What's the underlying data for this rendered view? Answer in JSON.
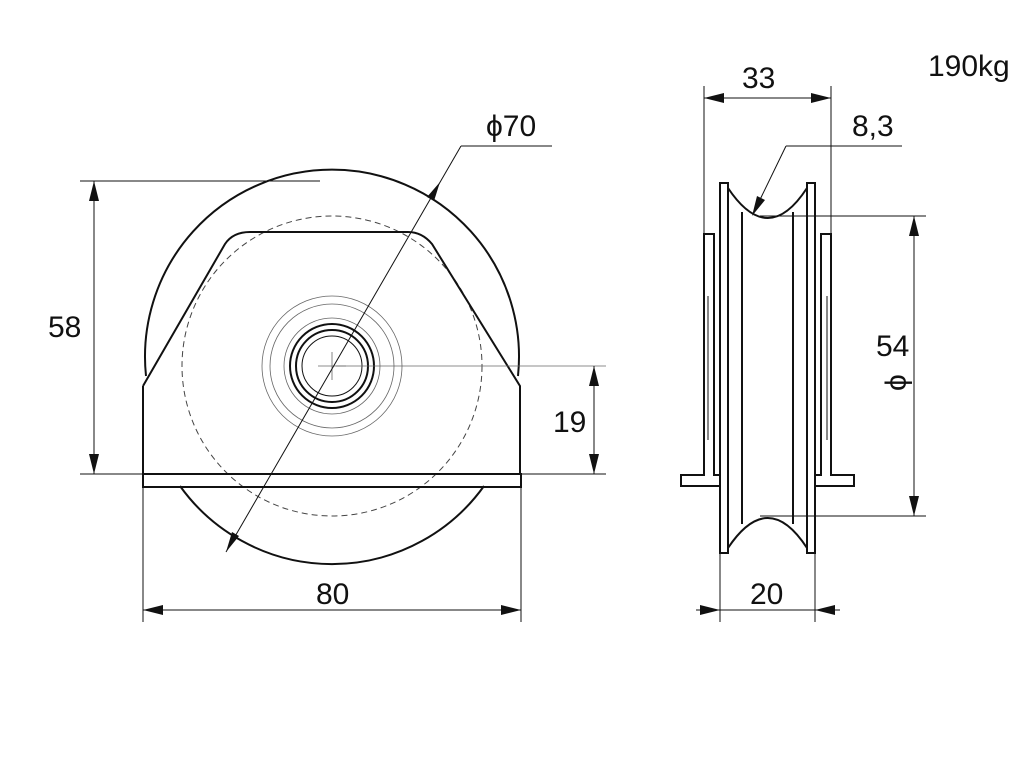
{
  "weight_label": "190kg",
  "front_view": {
    "diameter_label": "ϕ70",
    "height_label": "58",
    "axle_height_label": "19",
    "width_label": "80"
  },
  "side_view": {
    "overall_width_label": "33",
    "groove_radius_label": "8,3",
    "groove_diameter_value": "54",
    "groove_diameter_symbol": "ϕ",
    "wheel_width_label": "20"
  }
}
